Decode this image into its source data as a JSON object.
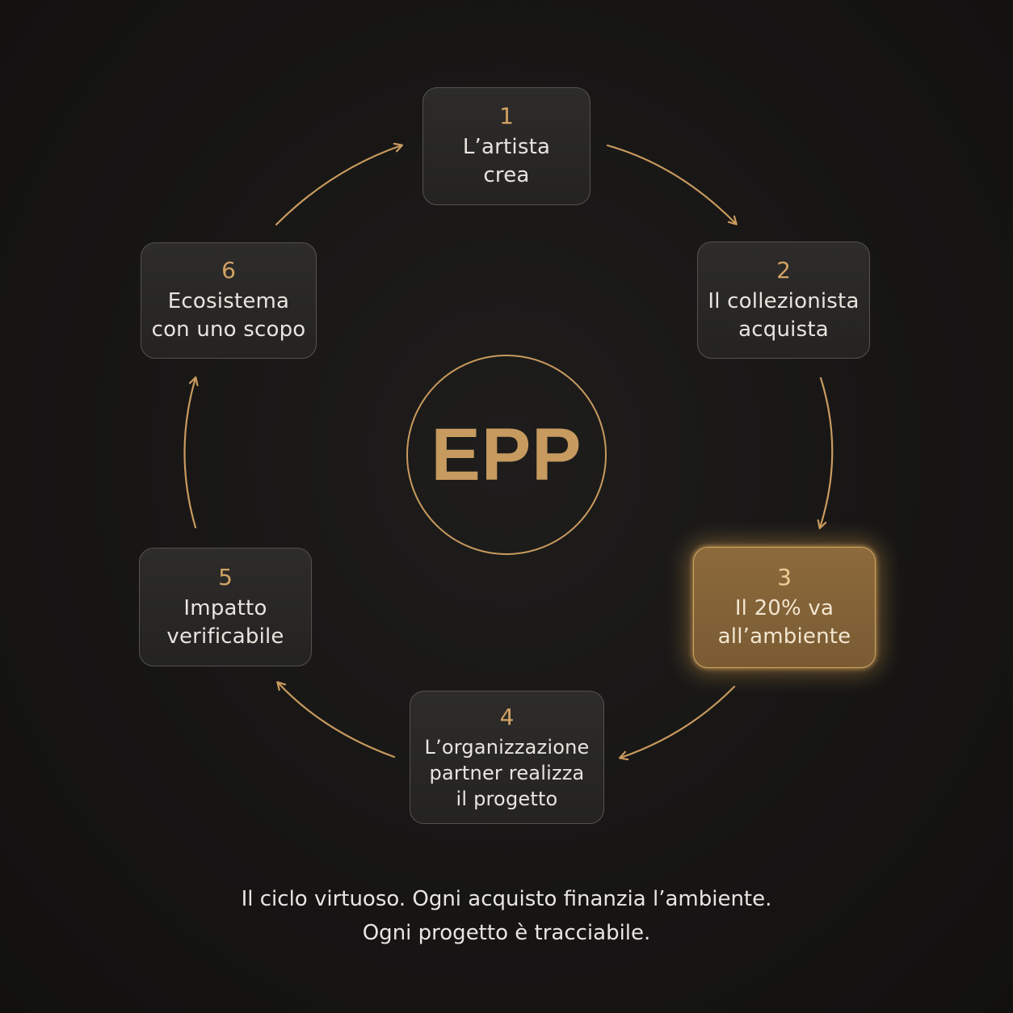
{
  "center": {
    "label": "EPP"
  },
  "steps": [
    {
      "number": "1",
      "label": "L’artista\ncrea"
    },
    {
      "number": "2",
      "label": "Il collezionista\nacquista"
    },
    {
      "number": "3",
      "label": "Il 20% va\nall’ambiente"
    },
    {
      "number": "4",
      "label": "L’organizzazione\npartner realizza\nil progetto"
    },
    {
      "number": "5",
      "label": "Impatto\nverificabile"
    },
    {
      "number": "6",
      "label": "Ecosistema\ncon uno scopo"
    }
  ],
  "caption": {
    "line1": "Il ciclo virtuoso. Ogni acquisto finanzia l’ambiente.",
    "line2": "Ogni progetto è tracciabile."
  },
  "colors": {
    "accent": "#c99a5e",
    "highlight_fill": "#8c6a3c",
    "box_border": "#55524e",
    "background": "#161514"
  }
}
